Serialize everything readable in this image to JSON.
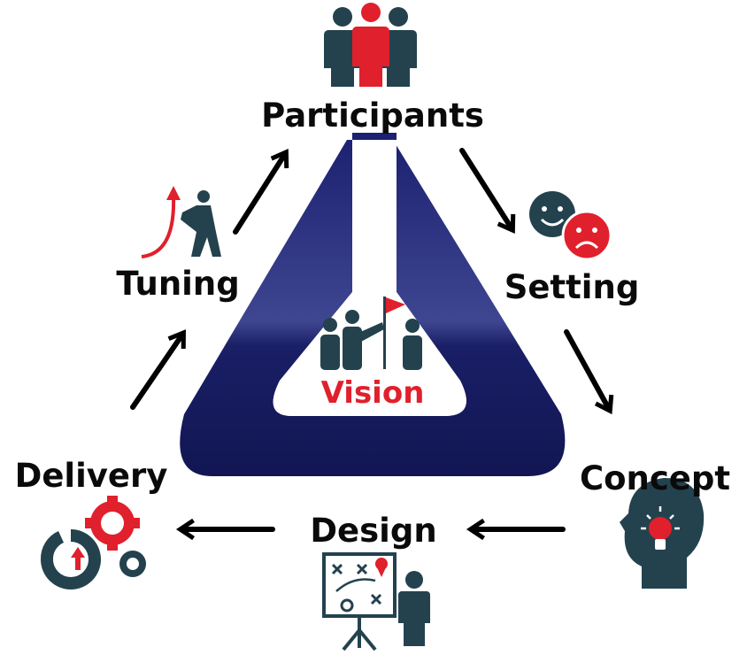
{
  "labels": {
    "participants": "Participants",
    "setting": "Setting",
    "concept": "Concept",
    "design": "Design",
    "delivery": "Delivery",
    "tuning": "Tuning",
    "vision": "Vision"
  },
  "colors": {
    "triangle": "#151a5c",
    "accent_red": "#e0202c",
    "icon_dark": "#21404c",
    "label_text": "#0a0a0a",
    "arrow": "#000000"
  },
  "icons": {
    "participants": "people-group-icon",
    "setting": "happy-sad-faces-icon",
    "concept": "head-lightbulb-icon",
    "design": "strategy-board-presenter-icon",
    "delivery": "gears-icon",
    "tuning": "person-pushing-growth-arrow-icon",
    "vision": "team-flag-icon"
  }
}
